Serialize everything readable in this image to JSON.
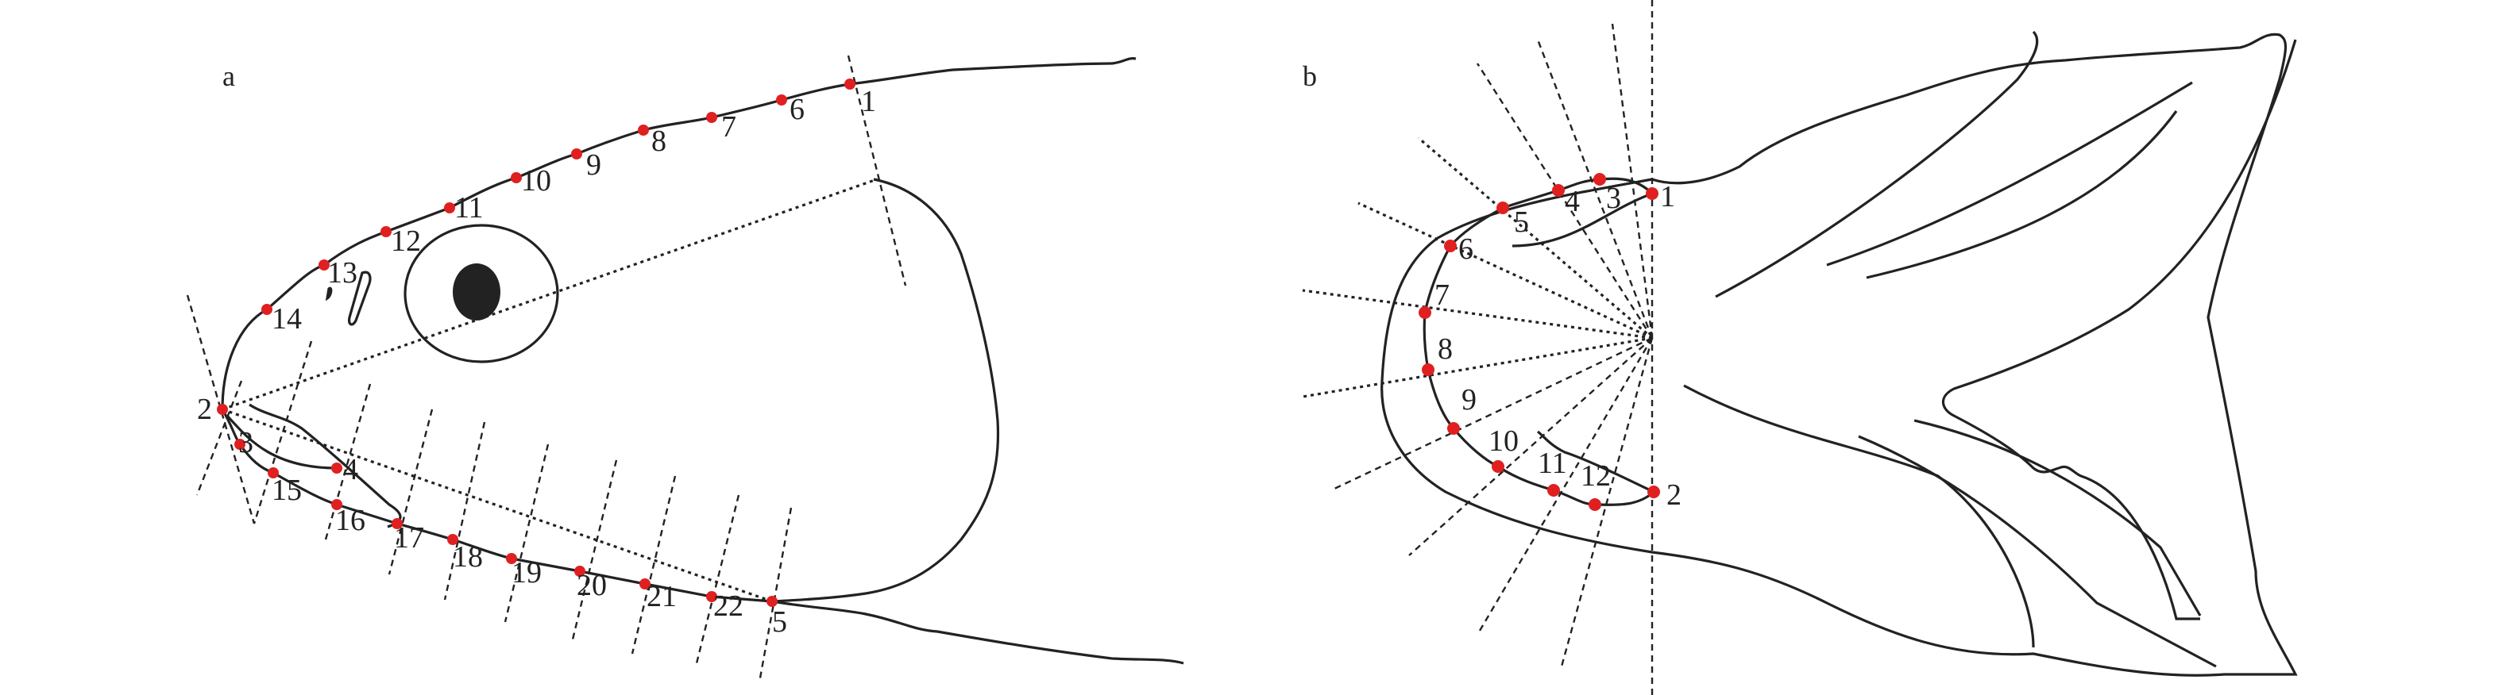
{
  "colors": {
    "landmark": "#e02020",
    "outline": "#222222"
  },
  "panel_a": {
    "label": "a",
    "points": {
      "p1": "1",
      "p2": "2",
      "p3": "3",
      "p4": "4",
      "p5": "5",
      "p6": "6",
      "p7": "7",
      "p8": "8",
      "p9": "9",
      "p10": "10",
      "p11": "11",
      "p12": "12",
      "p13": "13",
      "p14": "14",
      "p15": "15",
      "p16": "16",
      "p17": "17",
      "p18": "18",
      "p19": "19",
      "p20": "20",
      "p21": "21",
      "p22": "22"
    }
  },
  "panel_b": {
    "label": "b",
    "points": {
      "p1": "1",
      "p2": "2",
      "p3": "3",
      "p4": "4",
      "p5": "5",
      "p6": "6",
      "p7": "7",
      "p8": "8",
      "p9": "9",
      "p10": "10",
      "p11": "11",
      "p12": "12"
    }
  }
}
